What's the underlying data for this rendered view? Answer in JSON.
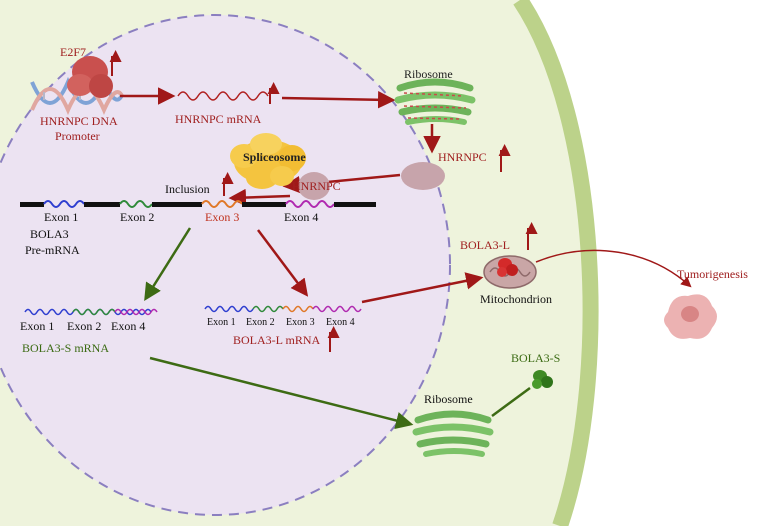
{
  "colors": {
    "cell_fill": "#eef3dc",
    "membrane": "#bcd28a",
    "nucleus_fill": "#ece3f2",
    "nucleus_border": "#8b7fc0",
    "red_arrow": "#a01818",
    "green_arrow": "#3d6b14",
    "red_text": "#a02020",
    "green_text": "#3a6a12"
  },
  "labels": {
    "e2f7": "E2F7",
    "promoter_line1": "HNRNPC DNA",
    "promoter_line2": "Promoter",
    "hnrnpc_mrna": "HNRNPC mRNA",
    "ribosome_top": "Ribosome",
    "hnrnpc_cyto": "HNRNPC",
    "spliceosome": "Spliceosome",
    "hnrnpc_nuc": "HNRNPC",
    "inclusion": "Inclusion",
    "exon1": "Exon 1",
    "exon2": "Exon 2",
    "exon3": "Exon 3",
    "exon4": "Exon 4",
    "bola3": "BOLA3",
    "pre_mrna": "Pre-mRNA",
    "s_exon1": "Exon 1",
    "s_exon2": "Exon 2",
    "s_exon4": "Exon 4",
    "bola3s_mrna": "BOLA3-S mRNA",
    "l_exon1": "Exon 1",
    "l_exon2": "Exon 2",
    "l_exon3": "Exon 3",
    "l_exon4": "Exon 4",
    "bola3l_mrna": "BOLA3-L mRNA",
    "bola3l": "BOLA3-L",
    "mitochondrion": "Mitochondrion",
    "tumorigenesis": "Tumorigenesis",
    "bola3s": "BOLA3-S",
    "ribosome_bottom": "Ribosome"
  }
}
